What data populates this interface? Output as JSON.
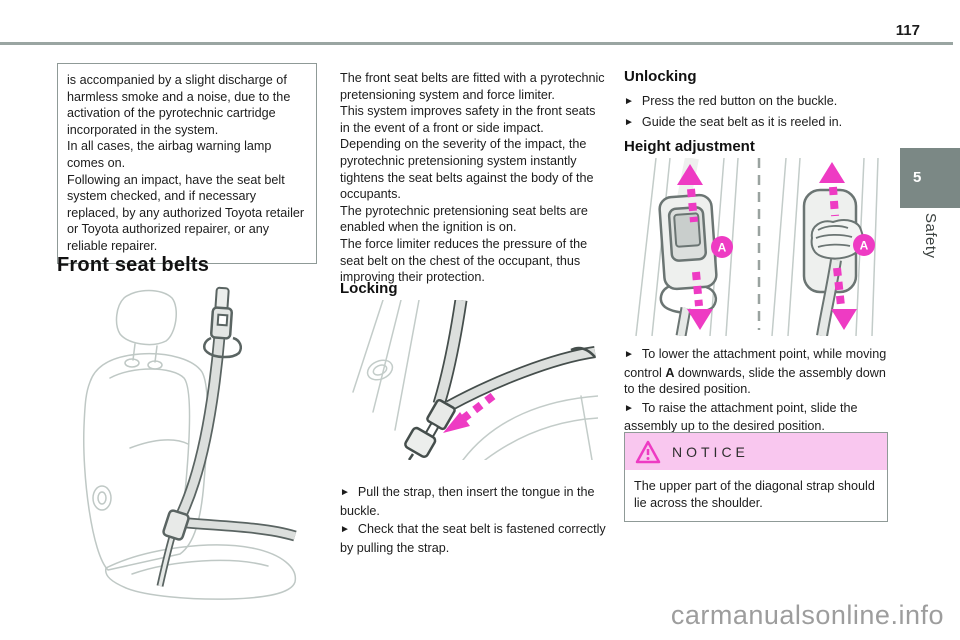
{
  "glyphs": {
    "bullet": "►"
  },
  "header": {
    "page_number": "117"
  },
  "sidebar": {
    "chapter_number": "5",
    "chapter_label": "Safety"
  },
  "watermark": {
    "text": "carmanualsonline.info"
  },
  "col1": {
    "note_box": {
      "p1": "is accompanied by a slight discharge of harmless smoke and a noise, due to the activation of the pyrotechnic cartridge incorporated in the system.",
      "p2": "In all cases, the airbag warning lamp comes on.",
      "p3": "Following an impact, have the seat belt system checked, and if necessary replaced, by any authorized Toyota retailer or Toyota authorized repairer, or any reliable repairer."
    },
    "section_heading": "Front seat belts"
  },
  "col2": {
    "intro": {
      "p1": "The front seat belts are fitted with a pyrotechnic pretensioning system and force limiter.",
      "p2": "This system improves safety in the front seats in the event of a front or side impact. Depending on the severity of the impact, the pyrotechnic pretensioning system instantly tightens the seat belts against the body of the occupants.",
      "p3": "The pyrotechnic pretensioning seat belts are enabled when the ignition is on.",
      "p4": "The force limiter reduces the pressure of the seat belt on the chest of the occupant, thus improving their protection."
    },
    "locking": {
      "heading": "Locking",
      "bullet1": "Pull the strap, then insert the tongue in the buckle.",
      "bullet2": "Check that the seat belt is fastened correctly by pulling the strap."
    }
  },
  "col3": {
    "unlocking": {
      "heading": "Unlocking",
      "bullet1": "Press the red button on the buckle.",
      "bullet2": "Guide the seat belt as it is reeled in."
    },
    "height_adjustment": {
      "heading": "Height adjustment",
      "control_label": "A",
      "bullet1_pre": "To lower the attachment point, while moving control ",
      "bullet1_bold": "A",
      "bullet1_post": " downwards, slide the assembly down to the desired position.",
      "bullet2": "To raise the attachment point, slide the assembly up to the desired position."
    },
    "notice": {
      "title": "NOTICE",
      "body": "The upper part of the diagonal strap should lie across the shoulder."
    }
  },
  "colors": {
    "accent_magenta": "#ee3bc3",
    "notice_header_bg": "#f9c7ef",
    "tab_gray": "#7b8885",
    "rule_gray": "#9aa5a2",
    "sketch_gray": "#bfc8c5",
    "belt_dark": "#5a6462"
  }
}
